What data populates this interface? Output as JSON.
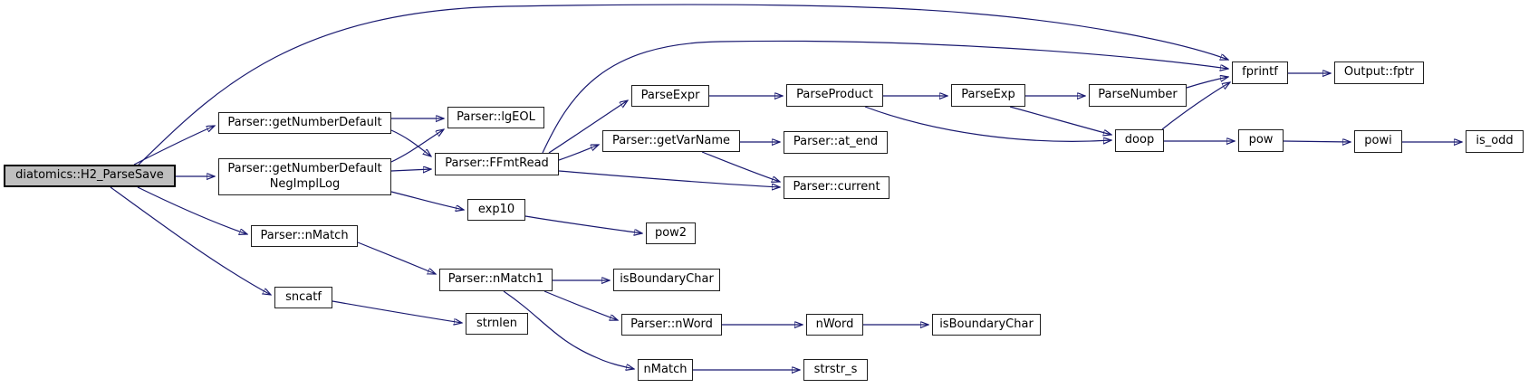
{
  "diagram": {
    "type": "call-graph",
    "root_function": "diatomics::H2_ParseSave",
    "colors": {
      "edge": "#191970",
      "node_border": "#1f1f1f",
      "node_fill": "#ffffff",
      "root_fill": "#bfbfbf",
      "text": "#000000"
    }
  },
  "nodes": {
    "h2_parsesave": {
      "label": "diatomics::H2_ParseSave"
    },
    "getnumberdefault": {
      "label": "Parser::getNumberDefault"
    },
    "getnumberdefaultnegimpllog": {
      "label": "Parser::getNumberDefault\nNegImplLog"
    },
    "nmatch_parser": {
      "label": "Parser::nMatch"
    },
    "sncatf": {
      "label": "sncatf"
    },
    "lgeol": {
      "label": "Parser::lgEOL"
    },
    "ffmtread": {
      "label": "Parser::FFmtRead"
    },
    "exp10": {
      "label": "exp10"
    },
    "pow2": {
      "label": "pow2"
    },
    "nmatch1": {
      "label": "Parser::nMatch1"
    },
    "strnlen": {
      "label": "strnlen"
    },
    "isboundarychar1": {
      "label": "isBoundaryChar"
    },
    "nword_parser": {
      "label": "Parser::nWord"
    },
    "nmatch": {
      "label": "nMatch"
    },
    "nword": {
      "label": "nWord"
    },
    "strstr_s": {
      "label": "strstr_s"
    },
    "isboundarychar2": {
      "label": "isBoundaryChar"
    },
    "parseexpr": {
      "label": "ParseExpr"
    },
    "parseproduct": {
      "label": "ParseProduct"
    },
    "parseexp": {
      "label": "ParseExp"
    },
    "parsenumber": {
      "label": "ParseNumber"
    },
    "fprintf": {
      "label": "fprintf"
    },
    "output_fptr": {
      "label": "Output::fptr"
    },
    "doop": {
      "label": "doop"
    },
    "pow": {
      "label": "pow"
    },
    "powi": {
      "label": "powi"
    },
    "is_odd": {
      "label": "is_odd"
    },
    "at_end": {
      "label": "Parser::at_end"
    },
    "current": {
      "label": "Parser::current"
    },
    "getvarname": {
      "label": "Parser::getVarName"
    }
  },
  "edges": [
    {
      "from": "diatomics::H2_ParseSave",
      "to": "fprintf"
    },
    {
      "from": "diatomics::H2_ParseSave",
      "to": "Parser::getNumberDefault"
    },
    {
      "from": "diatomics::H2_ParseSave",
      "to": "Parser::getNumberDefaultNegImplLog"
    },
    {
      "from": "diatomics::H2_ParseSave",
      "to": "Parser::nMatch"
    },
    {
      "from": "diatomics::H2_ParseSave",
      "to": "sncatf"
    },
    {
      "from": "Parser::getNumberDefault",
      "to": "Parser::lgEOL"
    },
    {
      "from": "Parser::getNumberDefault",
      "to": "Parser::FFmtRead"
    },
    {
      "from": "Parser::getNumberDefaultNegImplLog",
      "to": "Parser::lgEOL"
    },
    {
      "from": "Parser::getNumberDefaultNegImplLog",
      "to": "Parser::FFmtRead"
    },
    {
      "from": "Parser::getNumberDefaultNegImplLog",
      "to": "exp10"
    },
    {
      "from": "exp10",
      "to": "pow2"
    },
    {
      "from": "Parser::FFmtRead",
      "to": "fprintf"
    },
    {
      "from": "Parser::FFmtRead",
      "to": "ParseExpr"
    },
    {
      "from": "Parser::FFmtRead",
      "to": "Parser::getVarName"
    },
    {
      "from": "Parser::FFmtRead",
      "to": "Parser::current"
    },
    {
      "from": "Parser::getVarName",
      "to": "Parser::at_end"
    },
    {
      "from": "Parser::getVarName",
      "to": "Parser::current"
    },
    {
      "from": "ParseExpr",
      "to": "ParseProduct"
    },
    {
      "from": "ParseProduct",
      "to": "ParseExp"
    },
    {
      "from": "ParseExp",
      "to": "ParseNumber"
    },
    {
      "from": "ParseNumber",
      "to": "fprintf"
    },
    {
      "from": "ParseProduct",
      "to": "doop"
    },
    {
      "from": "ParseExp",
      "to": "doop"
    },
    {
      "from": "doop",
      "to": "fprintf"
    },
    {
      "from": "doop",
      "to": "pow"
    },
    {
      "from": "pow",
      "to": "powi"
    },
    {
      "from": "powi",
      "to": "is_odd"
    },
    {
      "from": "fprintf",
      "to": "Output::fptr"
    },
    {
      "from": "Parser::nMatch",
      "to": "Parser::nMatch1"
    },
    {
      "from": "Parser::nMatch1",
      "to": "isBoundaryChar"
    },
    {
      "from": "Parser::nMatch1",
      "to": "Parser::nWord"
    },
    {
      "from": "Parser::nMatch1",
      "to": "nMatch"
    },
    {
      "from": "sncatf",
      "to": "strnlen"
    },
    {
      "from": "Parser::nWord",
      "to": "nWord"
    },
    {
      "from": "nWord",
      "to": "isBoundaryChar"
    },
    {
      "from": "nMatch",
      "to": "strstr_s"
    }
  ]
}
